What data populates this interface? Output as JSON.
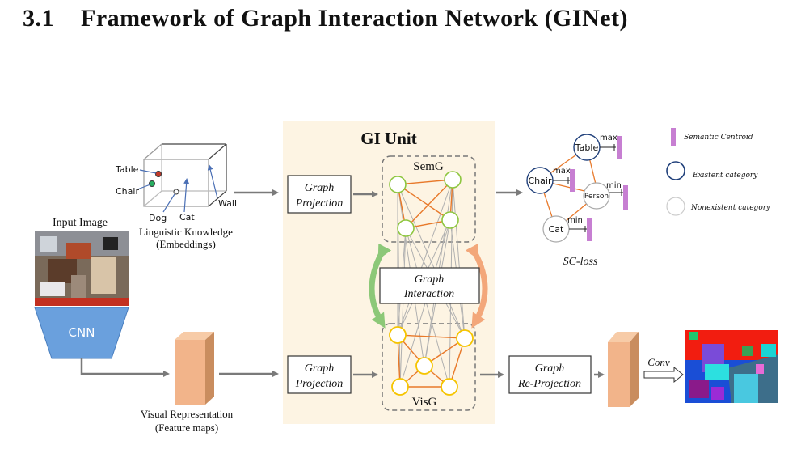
{
  "section": {
    "number": "3.1",
    "title": "Framework of Graph Interaction Network (GINet)"
  },
  "input": {
    "label": "Input Image",
    "cnn": "CNN"
  },
  "linguistic": {
    "words": [
      "Table",
      "Chair",
      "Dog",
      "Cat",
      "Wall"
    ],
    "caption_line1": "Linguistic Knowledge",
    "caption_line2": "(Embeddings)"
  },
  "visual": {
    "caption_line1": "Visual Representation",
    "caption_line2": "(Feature maps)"
  },
  "gi_unit": {
    "title": "GI Unit",
    "semg": "SemG",
    "visg": "VisG",
    "projection_top": [
      "Graph",
      "Projection"
    ],
    "projection_bottom": [
      "Graph",
      "Projection"
    ],
    "interaction": [
      "Graph",
      "Interaction"
    ]
  },
  "reprojection": [
    "Graph",
    "Re-Projection"
  ],
  "conv": "Conv",
  "sc_graph": {
    "nodes": [
      "Table",
      "Chair",
      "Person",
      "Cat"
    ],
    "labels": [
      "max",
      "max",
      "min",
      "min"
    ],
    "caption": "SC-loss"
  },
  "legend": {
    "semantic_centroid": "Semantic Centroid",
    "existent": "Existent category",
    "nonexistent": "Nonexistent category"
  },
  "colors": {
    "gi_bg": "#fdf4e3",
    "semg_node": "#8dc63f",
    "visg_node": "#f5c400",
    "edge_orange": "#e8792a",
    "arrow_green": "#8cc878",
    "arrow_orange": "#f3a77a",
    "cnn_blue": "#6aa0dd",
    "feature_orange": "#f2b48a",
    "centroid_purple": "#c77fd2",
    "existent_circle": "#1f3f7a"
  }
}
